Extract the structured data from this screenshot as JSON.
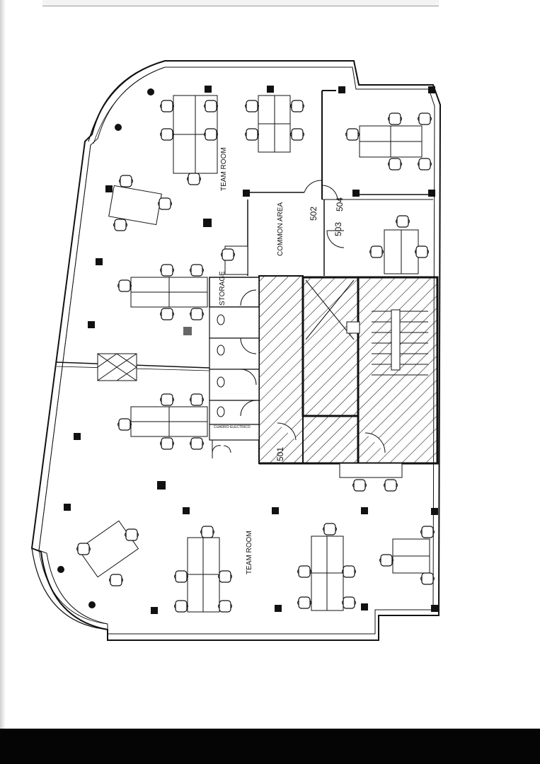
{
  "plan": {
    "rooms": {
      "team_room_top": "TEAM ROOM",
      "team_room_bottom": "TEAM ROOM",
      "common_area": "COMMON AREA",
      "storage": "STORAGE",
      "electrical": "CUADRO ELECTRICO"
    },
    "room_numbers": {
      "r501": "501",
      "r502": "502",
      "r503": "503",
      "r504": "504"
    }
  },
  "colors": {
    "ink": "#111111",
    "paper": "#ffffff",
    "bottom_bar": "#050505"
  }
}
